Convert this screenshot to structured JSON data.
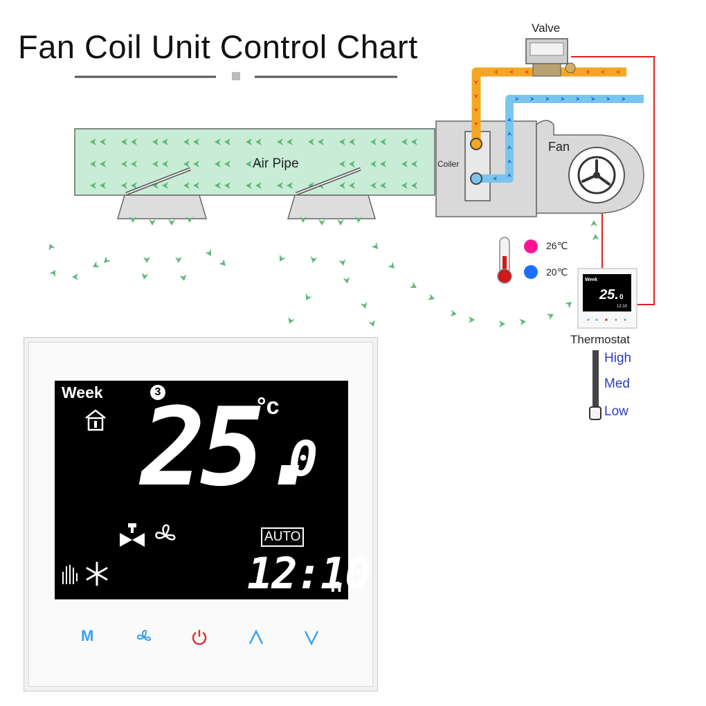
{
  "title": "Fan Coil Unit Control Chart",
  "labels": {
    "valve": "Valve",
    "air_pipe": "Air Pipe",
    "coiler": "Coiler",
    "fan": "Fan",
    "thermostat": "Thermostat"
  },
  "temperature_legend": {
    "hot": "26℃",
    "cold": "20℃",
    "hot_color": "#ff1493",
    "cold_color": "#1e6fff"
  },
  "fan_speeds": [
    "High",
    "Med",
    "Low"
  ],
  "thermostat_display": {
    "mode": "Week",
    "program": "3",
    "temperature": "25.",
    "decimal": "0",
    "unit": "°c",
    "fan_mode": "AUTO",
    "time": "12:10",
    "time_suffix": "h"
  },
  "buttons": {
    "mode": "M",
    "fan": "fan-icon",
    "power": "power-icon",
    "up": "up-icon",
    "down": "down-icon"
  },
  "colors": {
    "hot_pipe": "#f5a623",
    "cold_pipe": "#7cc4f0",
    "airflow": "#5cb878",
    "air_pipe_fill": "#c8ecd6",
    "wire": "#e02020"
  }
}
